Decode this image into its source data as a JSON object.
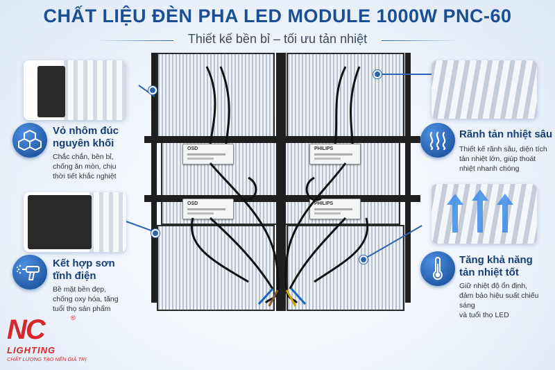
{
  "header": {
    "title": "CHẤT LIỆU ĐÈN PHA LED MODULE 1000W PNC-60",
    "subtitle": "Thiết kế bền bỉ – tối ưu tản nhiệt"
  },
  "features": [
    {
      "title_line1": "Vỏ nhôm đúc",
      "title_line2": "nguyên khối",
      "desc_line1": "Chắc chắn, bền bỉ,",
      "desc_line2": "chống ăn mòn, chịu",
      "desc_line3": "thời tiết khắc nghiệt",
      "icon": "cubes-icon"
    },
    {
      "title_line1": "Kết hợp sơn",
      "title_line2": "tĩnh điện",
      "desc_line1": "Bề mặt bền đẹp,",
      "desc_line2": "chống oxy hóa, tăng",
      "desc_line3": "tuổi thọ sản phẩm",
      "icon": "spray-gun-icon"
    },
    {
      "title_line1": "Rãnh tản nhiệt sâu",
      "desc_line1": "Thiết kế rãnh sâu, diện tích",
      "desc_line2": "tản nhiệt lớn, giúp thoát",
      "desc_line3": "nhiệt nhanh chóng",
      "icon": "heat-waves-icon"
    },
    {
      "title_line1": "Tăng khả năng",
      "title_line2": "tản nhiệt tốt",
      "desc_line1": "Giữ nhiệt độ ổn định,",
      "desc_line2": "đảm bảo hiệu suất chiếu sáng",
      "desc_line3": "và tuổi thọ LED",
      "icon": "thermometer-icon"
    }
  ],
  "product": {
    "driver_labels": [
      "OSD",
      "PHILIPS",
      "OSD",
      "PHILIPS"
    ]
  },
  "brand": {
    "logo_text": "NC",
    "name": "LIGHTING",
    "registered": "®",
    "slogan": "CHẤT LƯỢNG TẠO NÊN GIÁ TRỊ"
  },
  "colors": {
    "accent": "#1a4f93",
    "brand_red": "#d7262c"
  }
}
